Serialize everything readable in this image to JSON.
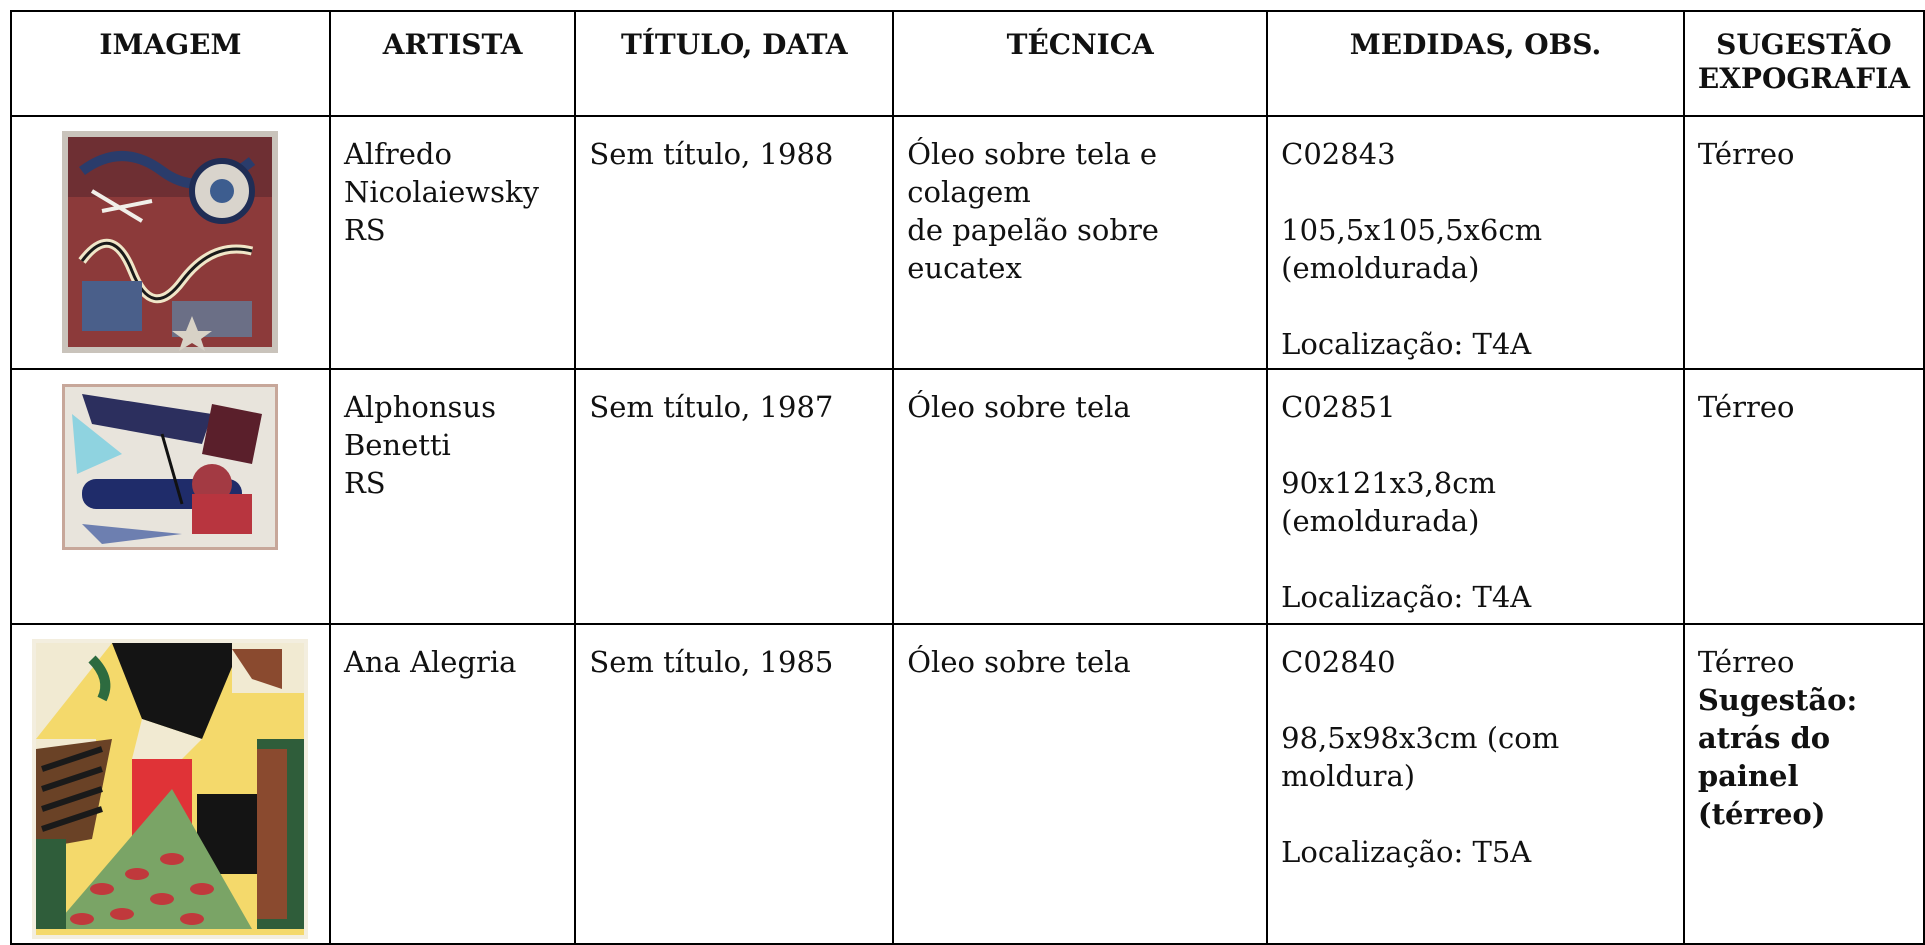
{
  "headers": {
    "image": "IMAGEM",
    "artist": "ARTISTA",
    "title_date": "TÍTULO, DATA",
    "technique": "TÉCNICA",
    "measures": "MEDIDAS, OBS.",
    "suggestion_line1": "SUGESTÃO",
    "suggestion_line2": "EXPOGRAFIA"
  },
  "rows": [
    {
      "artist_lines": [
        "Alfredo",
        "Nicolaiewsky",
        "RS"
      ],
      "title_date": "Sem título, 1988",
      "technique_lines": [
        "Óleo sobre tela e colagem",
        "de papelão sobre eucatex"
      ],
      "code": "C02843",
      "measure_lines": [
        "105,5x105,5x6cm",
        "(emoldurada)"
      ],
      "location": "Localização: T4A",
      "placement": "Térreo"
    },
    {
      "artist_lines": [
        "Alphonsus",
        "Benetti",
        "RS"
      ],
      "title_date": "Sem título, 1987",
      "technique_lines": [
        "Óleo sobre tela"
      ],
      "code": "C02851",
      "measure_lines": [
        "90x121x3,8cm",
        "(emoldurada)"
      ],
      "location": "Localização: T4A",
      "placement": "Térreo"
    },
    {
      "artist_lines": [
        "Ana Alegria"
      ],
      "title_date": "Sem título, 1985",
      "technique_lines": [
        "Óleo sobre tela"
      ],
      "code": "C02840",
      "measure_lines": [
        "98,5x98x3cm (com",
        "moldura)"
      ],
      "location": "Localização: T5A",
      "placement": "Térreo",
      "suggestion_lines": [
        "Sugestão:",
        "atrás do",
        "painel",
        "(térreo)"
      ]
    }
  ]
}
